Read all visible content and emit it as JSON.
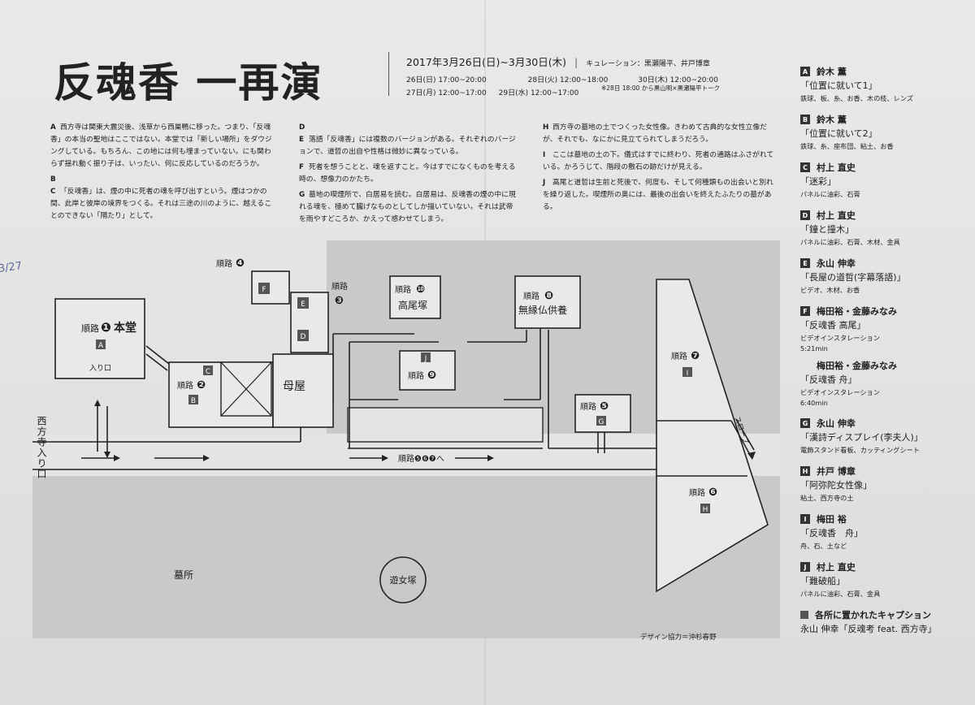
{
  "title": "反魂香 一再演",
  "period": "2017年3月26日(日)~3月30日(木)",
  "curation": "キュレーション：黒瀬陽平、井戸博章",
  "schedule": [
    "26日(日) 17:00~20:00",
    "28日(火) 12:00~18:00",
    "30日(木) 12:00~20:00",
    "27日(月) 12:00~17:00",
    "29日(水) 12:00~17:00"
  ],
  "talk_note": "※28日 18:00 から黒山明×黒瀬陽平トーク",
  "descriptions": [
    {
      "key": "A",
      "text": "西方寺は関東大震災後、浅草から西巣鴨に移った。つまり、「反魂香」の本当の聖地はここではない。本堂では「新しい場所」をダウジングしている。もちろん、この地には何も埋まっていない。にも関わらず揺れ動く振り子は、いったい、何に反応しているのだろうか。"
    },
    {
      "key": "B C",
      "text": "「反魂香」は、煙の中に死者の魂を呼び出すという。煙はつかの間、此岸と彼岸の境界をつくる。それは三途の川のように、越えることのできない「隔たり」として。"
    },
    {
      "key": "D E",
      "text": "落語「反魂香」には複数のバージョンがある。それぞれのバージョンで、道哲の出自や性格は微妙に異なっている。"
    },
    {
      "key": "F",
      "text": "死者を想うことと、魂を返すこと。今はすでになくものを考える時の、想像力のかたち。"
    },
    {
      "key": "G",
      "text": "墓地の喫煙所で、白居易を読む。白居易は、反魂香の煙の中に現れる魂を、極めて朧げなものとしてしか描いていない。それは武帝を雨やすどころか、かえって惑わせてしまう。"
    },
    {
      "key": "H",
      "text": "西方寺の墓地の土でつくった女性像。きわめて古典的な女性立像だが、それでも、なにかに見立てられてしまうだろう。"
    },
    {
      "key": "I",
      "text": "ここは墓地の土の下。儀式はすでに終わり、死者の通路はふさがれている。かろうじて、階段の敷石の跡だけが見える。"
    },
    {
      "key": "J",
      "text": "高尾と道哲は生前と死後で、何度も、そして何種類もの出会いと別れを繰り返した。喫煙所の奥には、最後の出会いを終えたふたりの墓がある。"
    }
  ],
  "map": {
    "entrance": "西方寺入り口",
    "iriguchi": "入り口",
    "cemetery": "墓所",
    "yujozuka": "遊女塚",
    "omoya": "母屋",
    "slope": "スロープ",
    "route_to": "順路❺❻❼へ",
    "route_prefix": "順路",
    "rooms": {
      "hondo": {
        "num": "❶",
        "name": "本堂",
        "letter": "A"
      },
      "r2": {
        "num": "❷",
        "letters": [
          "C",
          "B"
        ]
      },
      "r3": {
        "num": "❸",
        "letters": [
          "E",
          "D"
        ]
      },
      "r4": {
        "num": "❹",
        "letter": "F"
      },
      "r5": {
        "num": "❺",
        "letter": "G"
      },
      "r6": {
        "num": "❻",
        "letter": "H"
      },
      "r7": {
        "num": "❼",
        "letter": "I"
      },
      "r8": {
        "num": "❽",
        "name": "無縁仏供養"
      },
      "r9": {
        "num": "❾",
        "letter": "J"
      },
      "r10": {
        "num": "❿",
        "name": "高尾塚"
      }
    }
  },
  "artists": [
    {
      "badge": "A",
      "artist": "鈴木 薫",
      "work": "「位置に就いて1」",
      "medium": "鉄球、板、糸、お香、木の枝、レンズ"
    },
    {
      "badge": "B",
      "artist": "鈴木 薫",
      "work": "「位置に就いて2」",
      "medium": "鉄球、糸、座布団、粘土、お香"
    },
    {
      "badge": "C",
      "artist": "村上 直史",
      "work": "「迷彩」",
      "medium": "パネルに油彩、石膏"
    },
    {
      "badge": "D",
      "artist": "村上 直史",
      "work": "「鐘と撞木」",
      "medium": "パネルに油彩、石膏、木材、金具"
    },
    {
      "badge": "E",
      "artist": "永山 伸幸",
      "work": "「長屋の道哲(字幕落語)」",
      "medium": "ビデオ、木材、お香"
    },
    {
      "badge": "F",
      "artist": "梅田裕・金藤みなみ",
      "work": "「反魂香 高尾」",
      "medium": "ビデオインスタレーション",
      "duration": "5:21min",
      "sub": {
        "artist": "梅田裕・金藤みなみ",
        "work": "「反魂香 舟」",
        "medium": "ビデオインスタレーション",
        "duration": "6:40min"
      }
    },
    {
      "badge": "G",
      "artist": "永山 伸幸",
      "work": "「漢詩ディスプレイ(李夫人)」",
      "medium": "電飾スタンド看板、カッティングシート"
    },
    {
      "badge": "H",
      "artist": "井戸 博章",
      "work": "「阿弥陀女性像」",
      "medium": "粘土、西方寺の土"
    },
    {
      "badge": "I",
      "artist": "梅田 裕",
      "work": "「反魂香　舟」",
      "medium": "舟、石、土など"
    },
    {
      "badge": "J",
      "artist": "村上 直史",
      "work": "「難破船」",
      "medium": "パネルに油彩、石膏、金具"
    },
    {
      "badge": "",
      "artist": "各所に置かれたキャプション",
      "work": "永山 伸幸「反魂考 feat. 西方寺」",
      "medium": ""
    }
  ],
  "design_credit": "デザイン協力＝沖杉春野",
  "handwriting": "3/27"
}
